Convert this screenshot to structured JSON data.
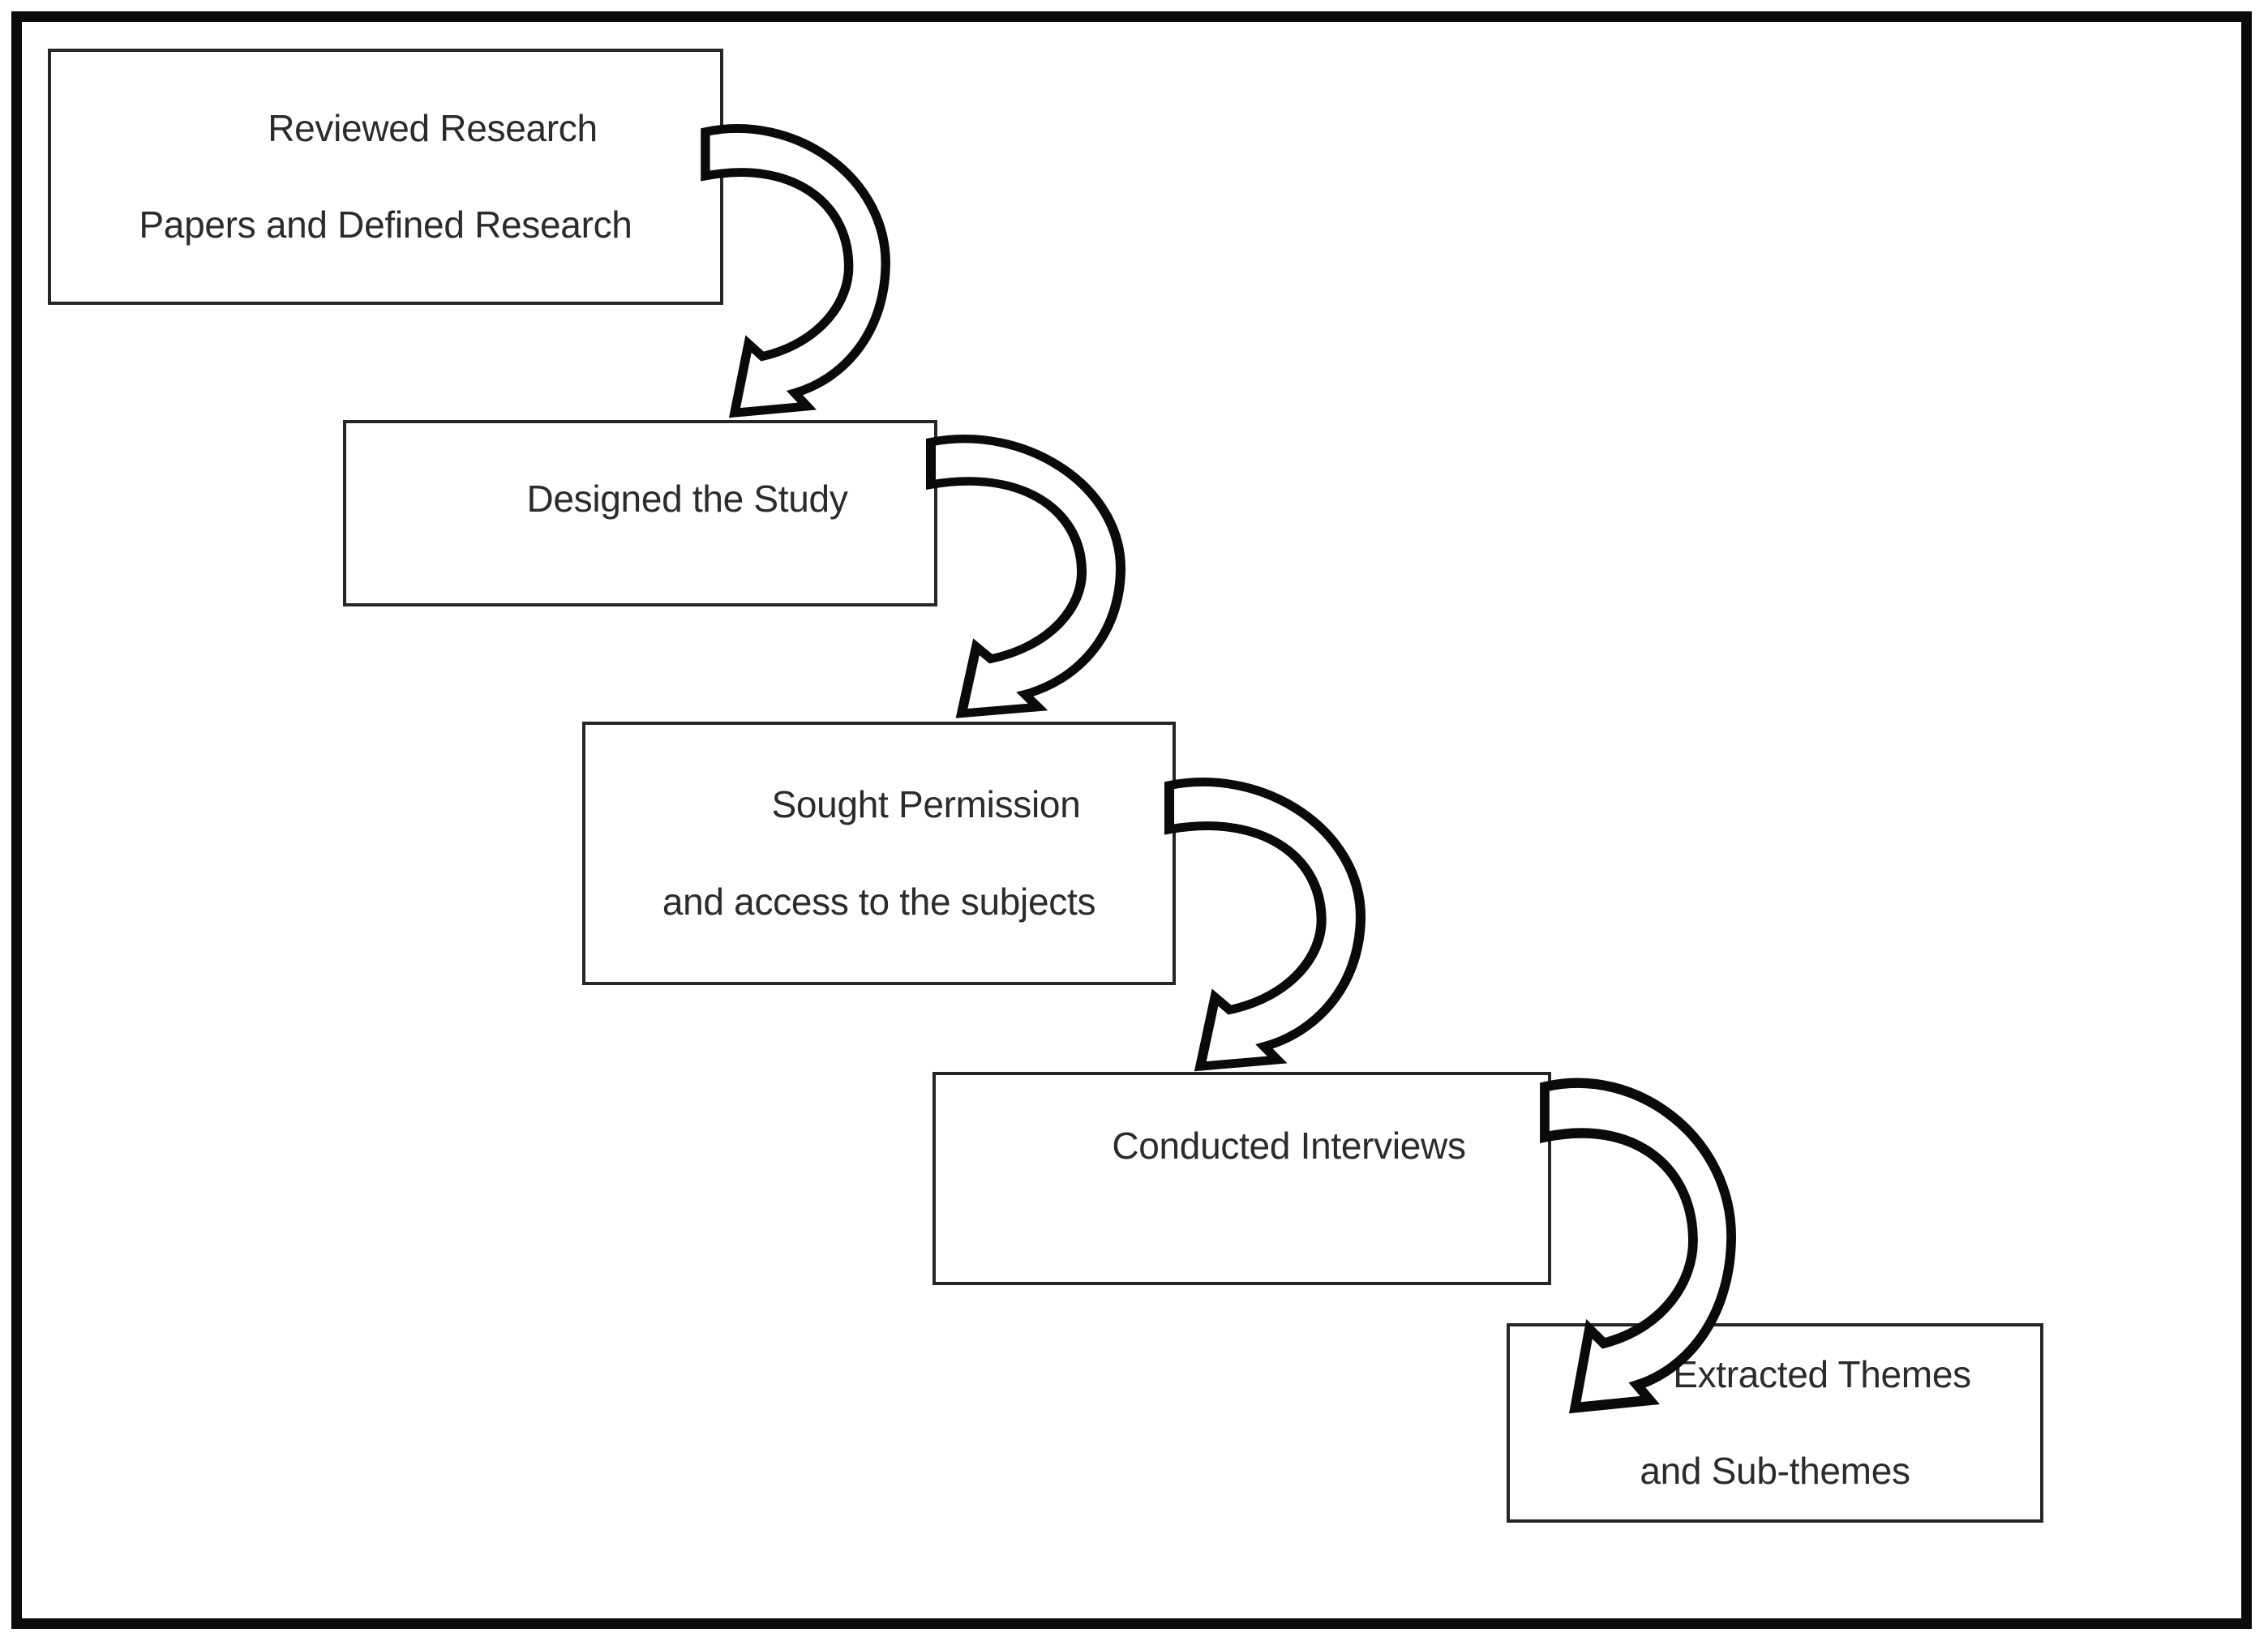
{
  "diagram": {
    "type": "flowchart",
    "description": "Research process flow diagram with five stages connected by curved arrows",
    "steps": [
      {
        "id": 1,
        "line1": "Reviewed Research",
        "line2": "Papers and Defined Research"
      },
      {
        "id": 2,
        "line1": "Designed the Study",
        "line2": ""
      },
      {
        "id": 3,
        "line1": "Sought Permission",
        "line2": "and access to the subjects"
      },
      {
        "id": 4,
        "line1": "Conducted Interviews",
        "line2": ""
      },
      {
        "id": 5,
        "line1": "Extracted Themes",
        "line2": "and Sub-themes"
      }
    ],
    "connectors": [
      {
        "from": 1,
        "to": 2,
        "style": "curved-outline-arrow"
      },
      {
        "from": 2,
        "to": 3,
        "style": "curved-outline-arrow"
      },
      {
        "from": 3,
        "to": 4,
        "style": "curved-outline-arrow"
      },
      {
        "from": 4,
        "to": 5,
        "style": "curved-outline-arrow"
      }
    ],
    "colors": {
      "ink": "#0b0b0b",
      "box_border": "#262626",
      "text": "#2b2b2b",
      "paper": "#ffffff"
    }
  }
}
